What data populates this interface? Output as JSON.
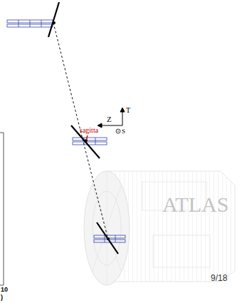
{
  "diagram": {
    "labels": [
      "sagitta",
      "Z",
      "T",
      "S",
      "ATLAS",
      "10",
      ")",
      "9/18"
    ]
  }
}
